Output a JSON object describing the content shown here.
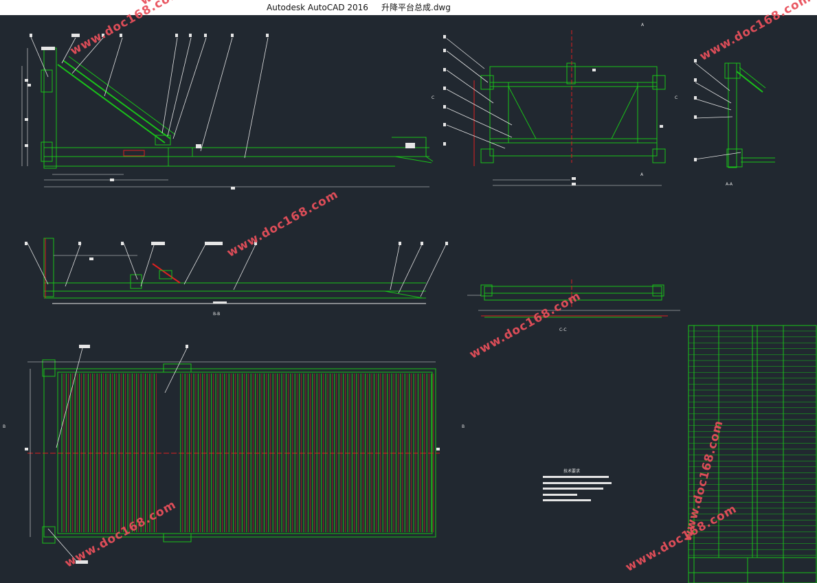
{
  "window": {
    "app_title": "Autodesk AutoCAD 2016",
    "file_name": "升降平台总成.dwg"
  },
  "drawing": {
    "views": {
      "section_bb": "B-B",
      "section_aa": "A-A",
      "section_cc": "C-C",
      "section_mark_a": "A",
      "section_mark_b": "B",
      "section_mark_c": "C"
    },
    "notes_title": "技术要求"
  },
  "watermark": {
    "text": "www.doc168.com"
  },
  "colors": {
    "background": "#212830",
    "geometry": "#19c419",
    "centerline": "#e02020",
    "dimension": "#e6e6e6",
    "watermark": "#e8505b"
  }
}
